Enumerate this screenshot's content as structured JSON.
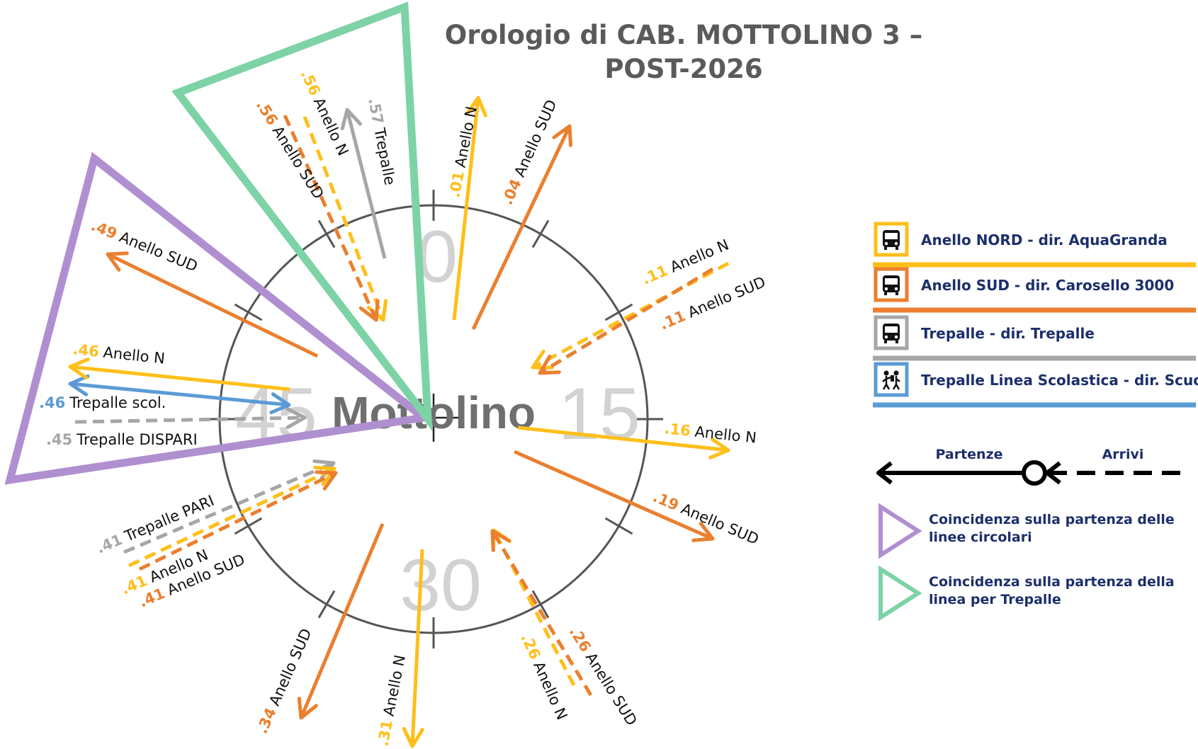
{
  "title_line1": "Orologio di CAB. MOTTOLINO 3 –",
  "title_line2": "POST-2026",
  "center_label": "Mottolino",
  "hours": {
    "h0": "0",
    "h15": "15",
    "h30": "30",
    "h45": "45"
  },
  "colors": {
    "anello_nord": "#ffbf1a",
    "anello_sud": "#ea7f2f",
    "trepalle": "#a6a6a6",
    "trepalle_scol": "#5b9bd5",
    "coinc_circolari": "#b08fd0",
    "coinc_trepalle": "#7dd3a5",
    "dial": "#555555",
    "legend_text": "#1c2f6b"
  },
  "services": [
    {
      "id": "n01",
      "minute": ".01",
      "line": "Anello N",
      "color_key": "anello_nord",
      "kind": "departure"
    },
    {
      "id": "s04",
      "minute": ".04",
      "line": "Anello SUD",
      "color_key": "anello_sud",
      "kind": "departure"
    },
    {
      "id": "n11",
      "minute": ".11",
      "line": "Anello N",
      "color_key": "anello_nord",
      "kind": "arrival"
    },
    {
      "id": "s11",
      "minute": ".11",
      "line": "Anello SUD",
      "color_key": "anello_sud",
      "kind": "arrival"
    },
    {
      "id": "n16",
      "minute": ".16",
      "line": "Anello N",
      "color_key": "anello_nord",
      "kind": "departure"
    },
    {
      "id": "s19",
      "minute": ".19",
      "line": "Anello SUD",
      "color_key": "anello_sud",
      "kind": "departure"
    },
    {
      "id": "n26",
      "minute": ".26",
      "line": "Anello N",
      "color_key": "anello_nord",
      "kind": "arrival"
    },
    {
      "id": "s26",
      "minute": ".26",
      "line": "Anello SUD",
      "color_key": "anello_sud",
      "kind": "arrival"
    },
    {
      "id": "n31",
      "minute": ".31",
      "line": "Anello N",
      "color_key": "anello_nord",
      "kind": "departure"
    },
    {
      "id": "s34",
      "minute": ".34",
      "line": "Anello SUD",
      "color_key": "anello_sud",
      "kind": "departure"
    },
    {
      "id": "t41",
      "minute": ".41",
      "line": "Trepalle PARI",
      "color_key": "trepalle",
      "kind": "arrival"
    },
    {
      "id": "n41",
      "minute": ".41",
      "line": "Anello N",
      "color_key": "anello_nord",
      "kind": "arrival"
    },
    {
      "id": "s41",
      "minute": ".41",
      "line": "Anello SUD",
      "color_key": "anello_sud",
      "kind": "arrival"
    },
    {
      "id": "t45",
      "minute": ".45",
      "line": "Trepalle DISPARI",
      "color_key": "trepalle",
      "kind": "arrival"
    },
    {
      "id": "sc46",
      "minute": ".46",
      "line": "Trepalle scol.",
      "color_key": "trepalle_scol",
      "kind": "both"
    },
    {
      "id": "n46",
      "minute": ".46",
      "line": "Anello N",
      "color_key": "anello_nord",
      "kind": "departure"
    },
    {
      "id": "s49",
      "minute": ".49",
      "line": "Anello SUD",
      "color_key": "anello_sud",
      "kind": "departure"
    },
    {
      "id": "n56",
      "minute": ".56",
      "line": "Anello N",
      "color_key": "anello_nord",
      "kind": "arrival"
    },
    {
      "id": "s56",
      "minute": ".56",
      "line": "Anello SUD",
      "color_key": "anello_sud",
      "kind": "arrival"
    },
    {
      "id": "t57",
      "minute": ".57",
      "line": "Trepalle",
      "color_key": "trepalle",
      "kind": "departure"
    }
  ],
  "legend": {
    "lines": [
      {
        "label": "Anello NORD - dir. AquaGranda",
        "color_key": "anello_nord",
        "icon": "bus-icon"
      },
      {
        "label": "Anello SUD - dir. Carosello 3000",
        "color_key": "anello_sud",
        "icon": "bus-icon"
      },
      {
        "label": "Trepalle - dir. Trepalle",
        "color_key": "trepalle",
        "icon": "bus-icon"
      },
      {
        "label": "Trepalle Linea Scolastica - dir. Scuole",
        "color_key": "trepalle_scol",
        "icon": "school-children-icon"
      }
    ],
    "departures": "Partenze",
    "arrivals": "Arrivi",
    "coinc_circolari_l1": "Coincidenza sulla partenza delle",
    "coinc_circolari_l2": "linee circolari",
    "coinc_trepalle_l1": "Coincidenza sulla partenza della",
    "coinc_trepalle_l2": "linea per Trepalle"
  }
}
